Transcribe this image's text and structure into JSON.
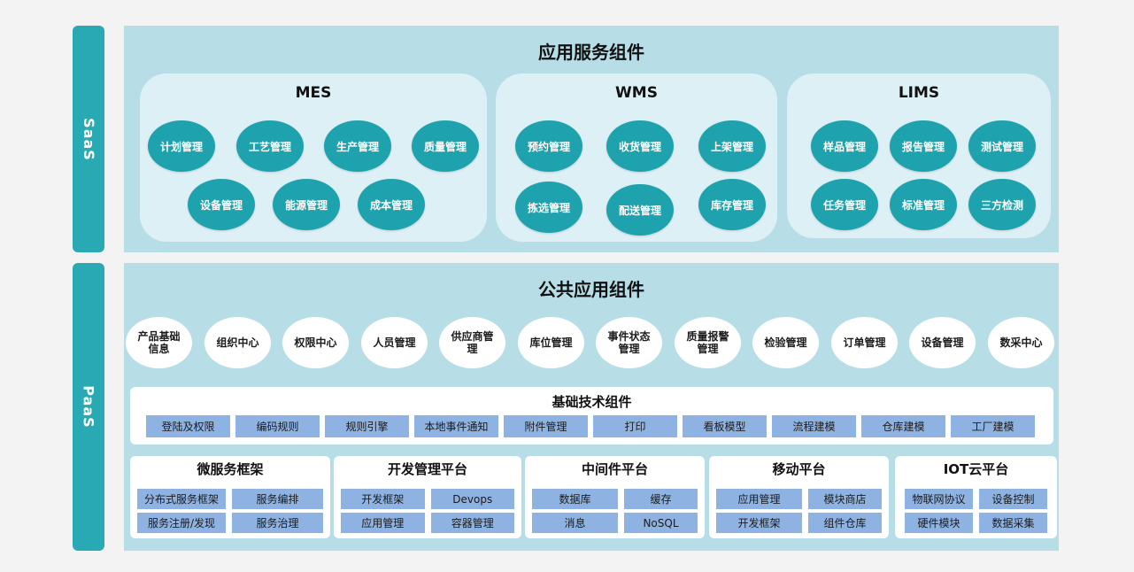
{
  "saas_label": "SaaS",
  "paas_label": "PaaS",
  "saas": {
    "title": "应用服务组件",
    "mes": {
      "title": "MES",
      "items": [
        "计划管理",
        "工艺管理",
        "生产管理",
        "质量管理",
        "设备管理",
        "能源管理",
        "成本管理"
      ]
    },
    "wms": {
      "title": "WMS",
      "items": [
        "预约管理",
        "收货管理",
        "上架管理",
        "拣选管理",
        "配送管理",
        "库存管理"
      ]
    },
    "lims": {
      "title": "LIMS",
      "items": [
        "样品管理",
        "报告管理",
        "测试管理",
        "任务管理",
        "标准管理",
        "三方检测"
      ]
    }
  },
  "paas": {
    "title": "公共应用组件",
    "common": [
      "产品基础信息",
      "组织中心",
      "权限中心",
      "人员管理",
      "供应商管理",
      "库位管理",
      "事件状态管理",
      "质量报警管理",
      "检验管理",
      "订单管理",
      "设备管理",
      "数采中心"
    ],
    "basic": {
      "title": "基础技术组件",
      "items": [
        "登陆及权限",
        "编码规则",
        "规则引擎",
        "本地事件通知",
        "附件管理",
        "打印",
        "看板模型",
        "流程建模",
        "仓库建模",
        "工厂建模"
      ]
    },
    "platforms": [
      {
        "title": "微服务框架",
        "items": [
          "分布式服务框架",
          "服务编排",
          "服务注册/发现",
          "服务治理"
        ]
      },
      {
        "title": "开发管理平台",
        "items": [
          "开发框架",
          "Devops",
          "应用管理",
          "容器管理"
        ]
      },
      {
        "title": "中间件平台",
        "items": [
          "数据库",
          "缓存",
          "消息",
          "NoSQL"
        ]
      },
      {
        "title": "移动平台",
        "items": [
          "应用管理",
          "模块商店",
          "开发框架",
          "组件仓库"
        ]
      },
      {
        "title": "IOT云平台",
        "items": [
          "物联网协议",
          "设备控制",
          "硬件模块",
          "数据采集"
        ]
      }
    ]
  }
}
